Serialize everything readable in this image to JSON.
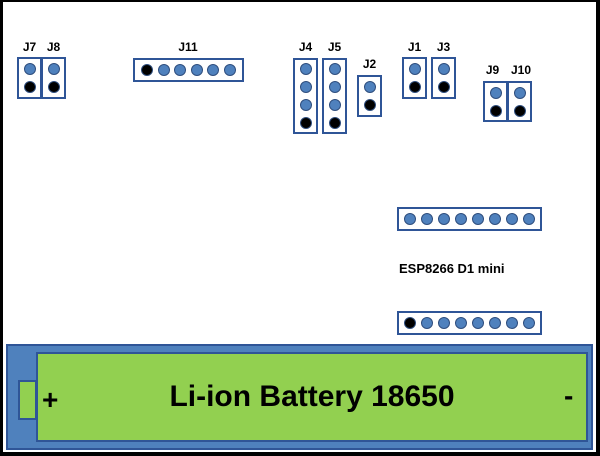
{
  "colors": {
    "pin": "#4f81bd",
    "pin_ground": "#000000",
    "outline": "#2f5597",
    "battery_case": "#4f81bd",
    "battery_cell": "#92d050"
  },
  "connectors": [
    {
      "id": "J7",
      "label": "J7",
      "pins": 2,
      "orientation": "vertical",
      "ground_pin": 2
    },
    {
      "id": "J8",
      "label": "J8",
      "pins": 2,
      "orientation": "vertical",
      "ground_pin": 2
    },
    {
      "id": "J11",
      "label": "J11",
      "pins": 6,
      "orientation": "horizontal",
      "ground_pin": 1
    },
    {
      "id": "J4",
      "label": "J4",
      "pins": 4,
      "orientation": "vertical",
      "ground_pin": 4
    },
    {
      "id": "J5",
      "label": "J5",
      "pins": 4,
      "orientation": "vertical",
      "ground_pin": 4
    },
    {
      "id": "J2",
      "label": "J2",
      "pins": 2,
      "orientation": "vertical",
      "ground_pin": 2
    },
    {
      "id": "J1",
      "label": "J1",
      "pins": 2,
      "orientation": "vertical",
      "ground_pin": 2
    },
    {
      "id": "J3",
      "label": "J3",
      "pins": 2,
      "orientation": "vertical",
      "ground_pin": 2
    },
    {
      "id": "J9",
      "label": "J9",
      "pins": 2,
      "orientation": "vertical",
      "ground_pin": 2
    },
    {
      "id": "J10",
      "label": "J10",
      "pins": 2,
      "orientation": "vertical",
      "ground_pin": 2
    }
  ],
  "esp": {
    "label": "ESP8266 D1 mini",
    "top_header": {
      "pins": 8,
      "ground_pin": null
    },
    "bottom_header": {
      "pins": 8,
      "ground_pin": 1
    }
  },
  "battery": {
    "label": "Li-ion Battery 18650",
    "plus": "+",
    "minus": "-"
  }
}
